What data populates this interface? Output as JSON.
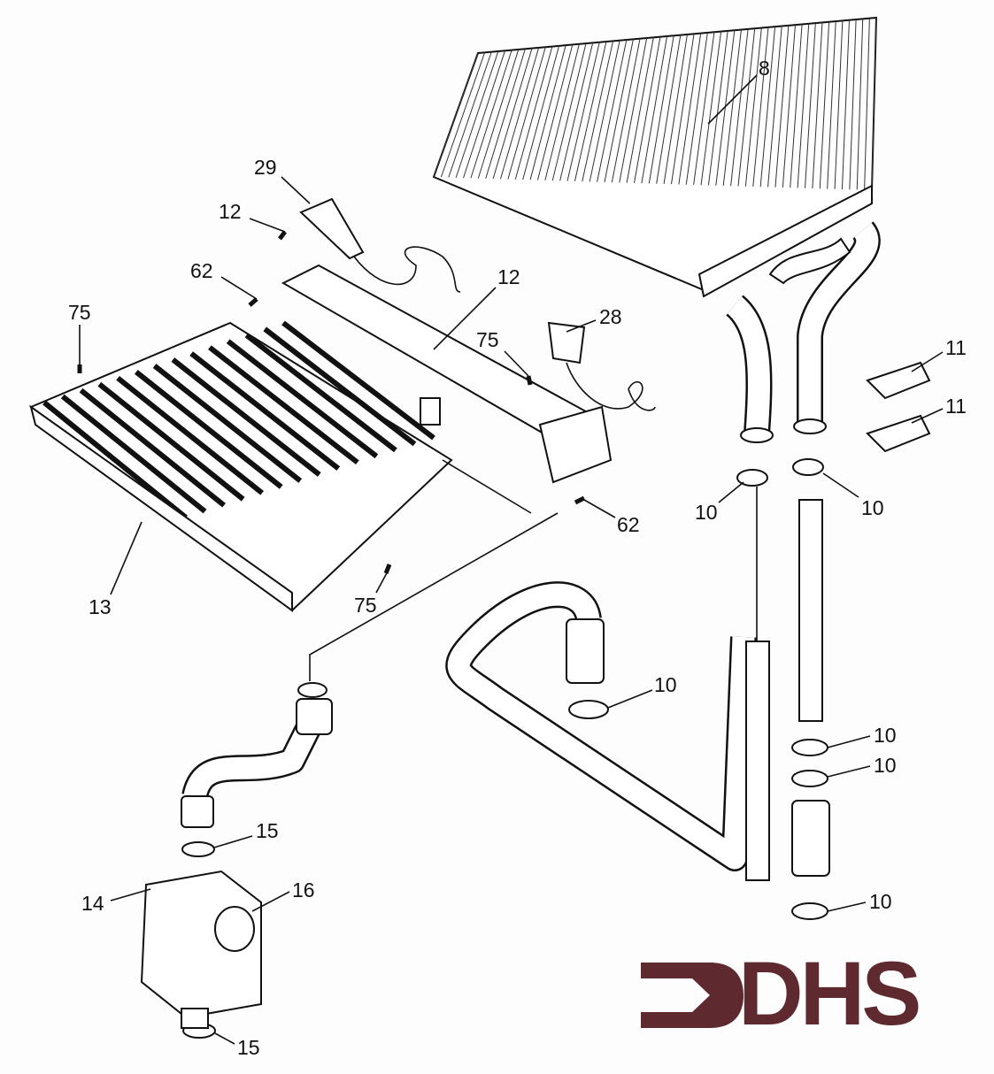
{
  "diagram": {
    "title": "Exploded parts diagram - heat exchanger, burner and water pipework",
    "callouts": [
      {
        "id": "8",
        "text": "8"
      },
      {
        "id": "29",
        "text": "29"
      },
      {
        "id": "12a",
        "text": "12"
      },
      {
        "id": "62a",
        "text": "62"
      },
      {
        "id": "12b",
        "text": "12"
      },
      {
        "id": "75a",
        "text": "75"
      },
      {
        "id": "28",
        "text": "28"
      },
      {
        "id": "75b",
        "text": "75"
      },
      {
        "id": "11a",
        "text": "11"
      },
      {
        "id": "11b",
        "text": "11"
      },
      {
        "id": "10a",
        "text": "10"
      },
      {
        "id": "10b",
        "text": "10"
      },
      {
        "id": "62b",
        "text": "62"
      },
      {
        "id": "13",
        "text": "13"
      },
      {
        "id": "75c",
        "text": "75"
      },
      {
        "id": "10c",
        "text": "10"
      },
      {
        "id": "10d",
        "text": "10"
      },
      {
        "id": "10e",
        "text": "10"
      },
      {
        "id": "15a",
        "text": "15"
      },
      {
        "id": "14",
        "text": "14"
      },
      {
        "id": "16",
        "text": "16"
      },
      {
        "id": "10f",
        "text": "10"
      },
      {
        "id": "15b",
        "text": "15"
      }
    ]
  },
  "logo": {
    "text": "DHS",
    "color": "#5e2a30"
  }
}
